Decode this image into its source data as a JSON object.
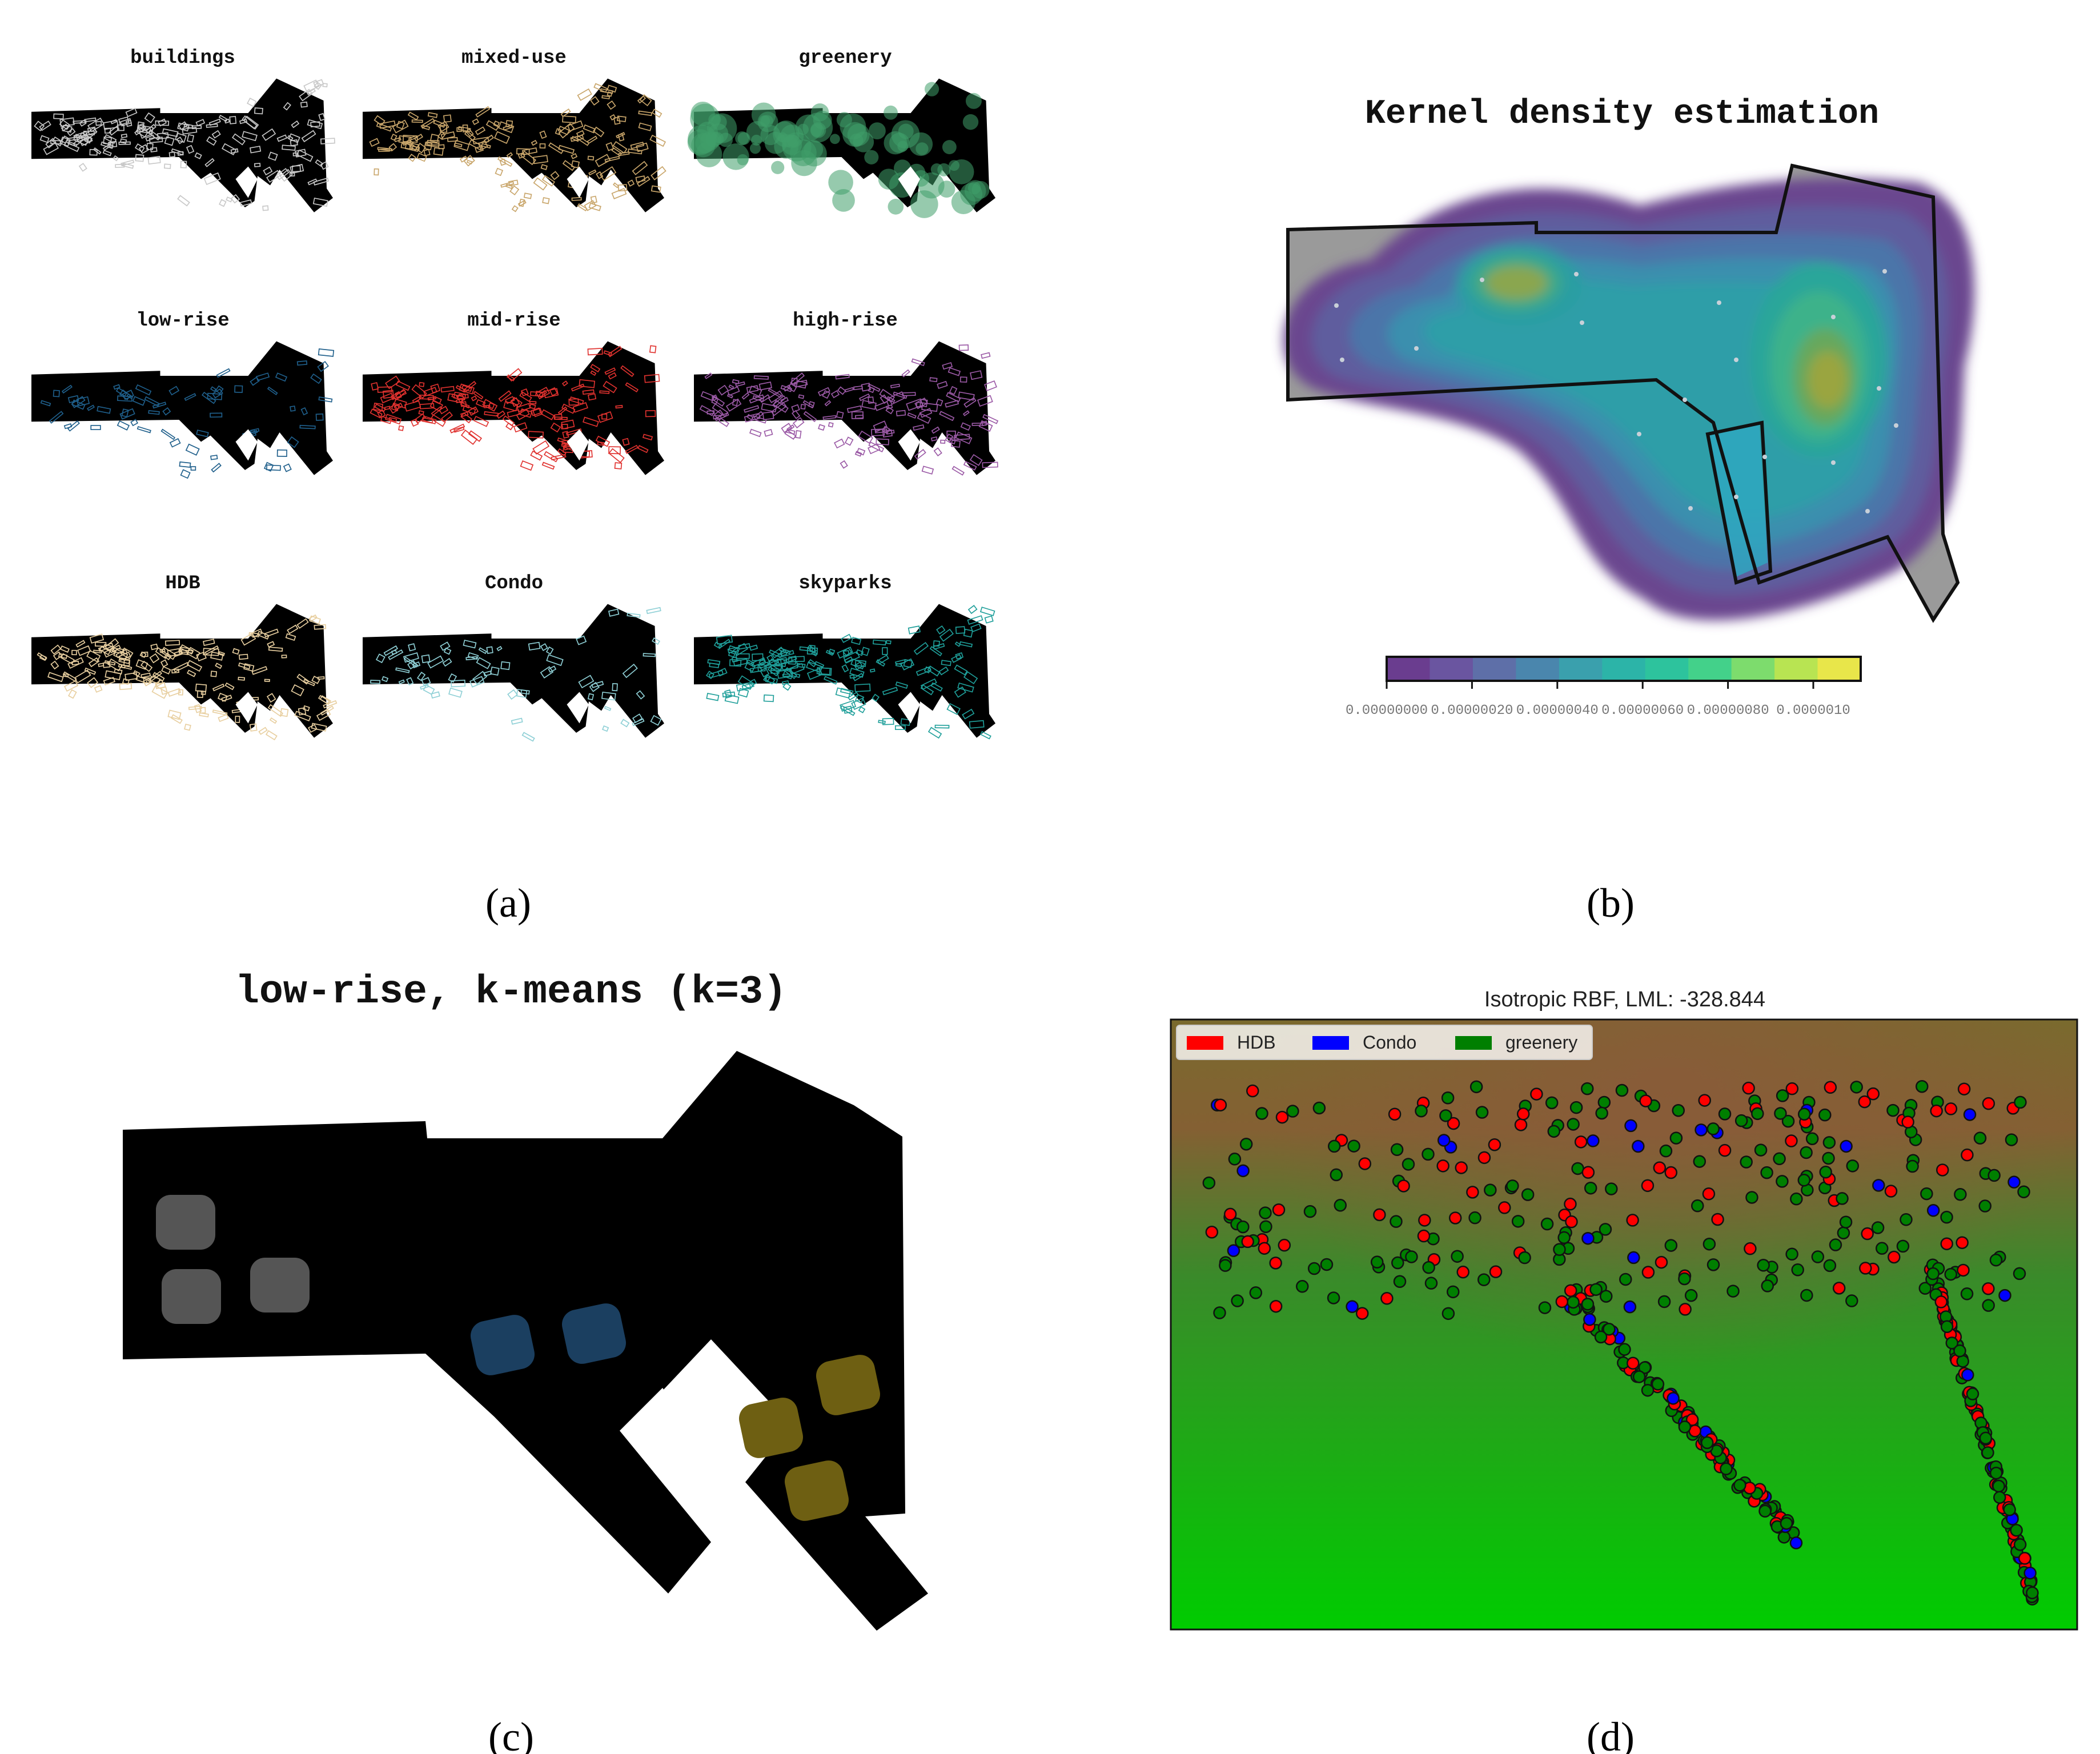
{
  "panel_a": {
    "maps": [
      {
        "title": "buildings",
        "color": "#c8c8c8",
        "marks": "dense-outlines"
      },
      {
        "title": "mixed-use",
        "color": "#c9a66b",
        "marks": "dense-outlines"
      },
      {
        "title": "greenery",
        "color": "#3f9e6a",
        "marks": "soft-blobs"
      },
      {
        "title": "low-rise",
        "color": "#1f5f8b",
        "marks": "sparse-outlines"
      },
      {
        "title": "mid-rise",
        "color": "#e0322f",
        "marks": "dense-outlines"
      },
      {
        "title": "high-rise",
        "color": "#9b5aa6",
        "marks": "dense-outlines"
      },
      {
        "title": "HDB",
        "color": "#e8cfa0",
        "marks": "dense-outlines"
      },
      {
        "title": "Condo",
        "color": "#8fd0d6",
        "marks": "sparse-outlines"
      },
      {
        "title": "skyparks",
        "color": "#1f9f9a",
        "marks": "dense-outlines"
      }
    ],
    "caption": "(a)"
  },
  "panel_b": {
    "title": "Kernel density estimation",
    "colorbar": {
      "ticks": [
        "0.00000000",
        "0.00000020",
        "0.00000040",
        "0.00000060",
        "0.00000080",
        "0.0000010"
      ],
      "colors": [
        "#6a3d8f",
        "#6a55a0",
        "#5e6fa8",
        "#4a86ad",
        "#3aa0ad",
        "#2cb4a8",
        "#2dc39d",
        "#43d18a",
        "#7ddc6d",
        "#b8e452",
        "#e8e64a"
      ]
    },
    "caption": "(b)"
  },
  "panel_c": {
    "title": "low-rise, k-means (k=3)",
    "clusters": [
      {
        "color": "#555555",
        "count": 3
      },
      {
        "color": "#1b3f60",
        "count": 2
      },
      {
        "color": "#6e5f12",
        "count": 3
      }
    ],
    "caption": "(c)"
  },
  "panel_d": {
    "title": "Isotropic RBF, LML: -328.844",
    "legend": [
      {
        "label": "HDB",
        "color": "#ff0000"
      },
      {
        "label": "Condo",
        "color": "#0000ff"
      },
      {
        "label": "greenery",
        "color": "#007f00"
      }
    ],
    "caption": "(d)"
  }
}
